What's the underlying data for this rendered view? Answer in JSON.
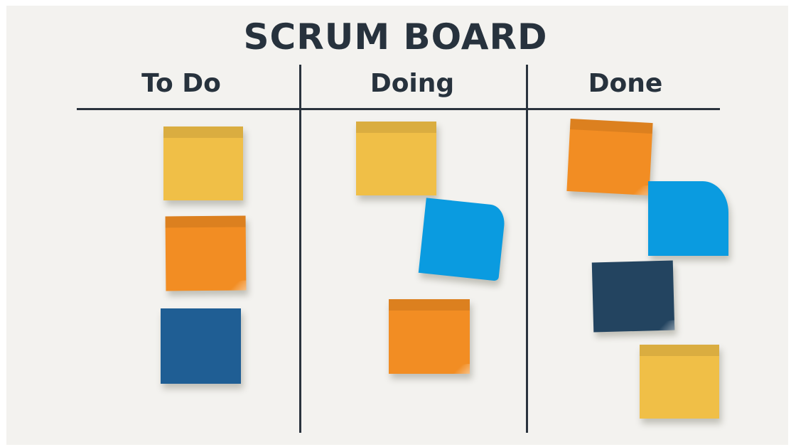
{
  "title": "SCRUM BOARD",
  "columns": [
    {
      "label": "To Do"
    },
    {
      "label": "Doing"
    },
    {
      "label": "Done"
    }
  ],
  "colors": {
    "background": "#f3f2ef",
    "line": "#2a333d",
    "text": "#27323d",
    "yellow": "#f0bf47",
    "orange": "#f28d23",
    "light_blue": "#0a9be0",
    "blue": "#1f5e94",
    "navy": "#234460"
  },
  "notes": {
    "todo": [
      "yellow",
      "orange",
      "blue"
    ],
    "doing": [
      "yellow",
      "light_blue",
      "orange"
    ],
    "done": [
      "orange",
      "light_blue",
      "navy",
      "yellow"
    ]
  }
}
